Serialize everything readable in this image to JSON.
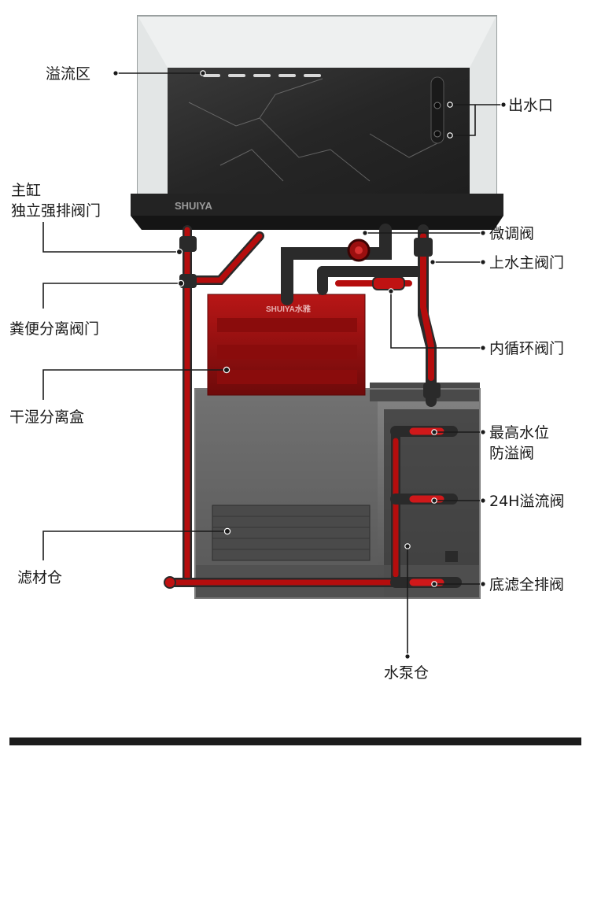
{
  "brand": {
    "main_tank": "SHUIYA",
    "separator_box": "SHUIYA水雅"
  },
  "labels": {
    "overflow_zone": "溢流区",
    "water_outlet": "出水口",
    "main_tank_drain_line1": "主缸",
    "main_tank_drain_line2": "独立强排阀门",
    "fine_valve": "微调阀",
    "supply_main_valve": "上水主阀门",
    "waste_separator_valve": "粪便分离阀门",
    "inner_loop_valve": "内循环阀门",
    "dry_wet_box": "干湿分离盒",
    "max_level_line1": "最高水位",
    "max_level_line2": "防溢阀",
    "overflow_24h": "24H溢流阀",
    "media_chamber": "滤材仓",
    "bottom_drain": "底滤全排阀",
    "pump_chamber": "水泵仓"
  },
  "colors": {
    "pipe_red": "#b50d0d",
    "pipe_dark": "#2a2a2a",
    "tank_dark": "#2b2b2b",
    "glass": "#e9ecec",
    "line": "#1a1a1a",
    "accent_red": "#e01414"
  }
}
